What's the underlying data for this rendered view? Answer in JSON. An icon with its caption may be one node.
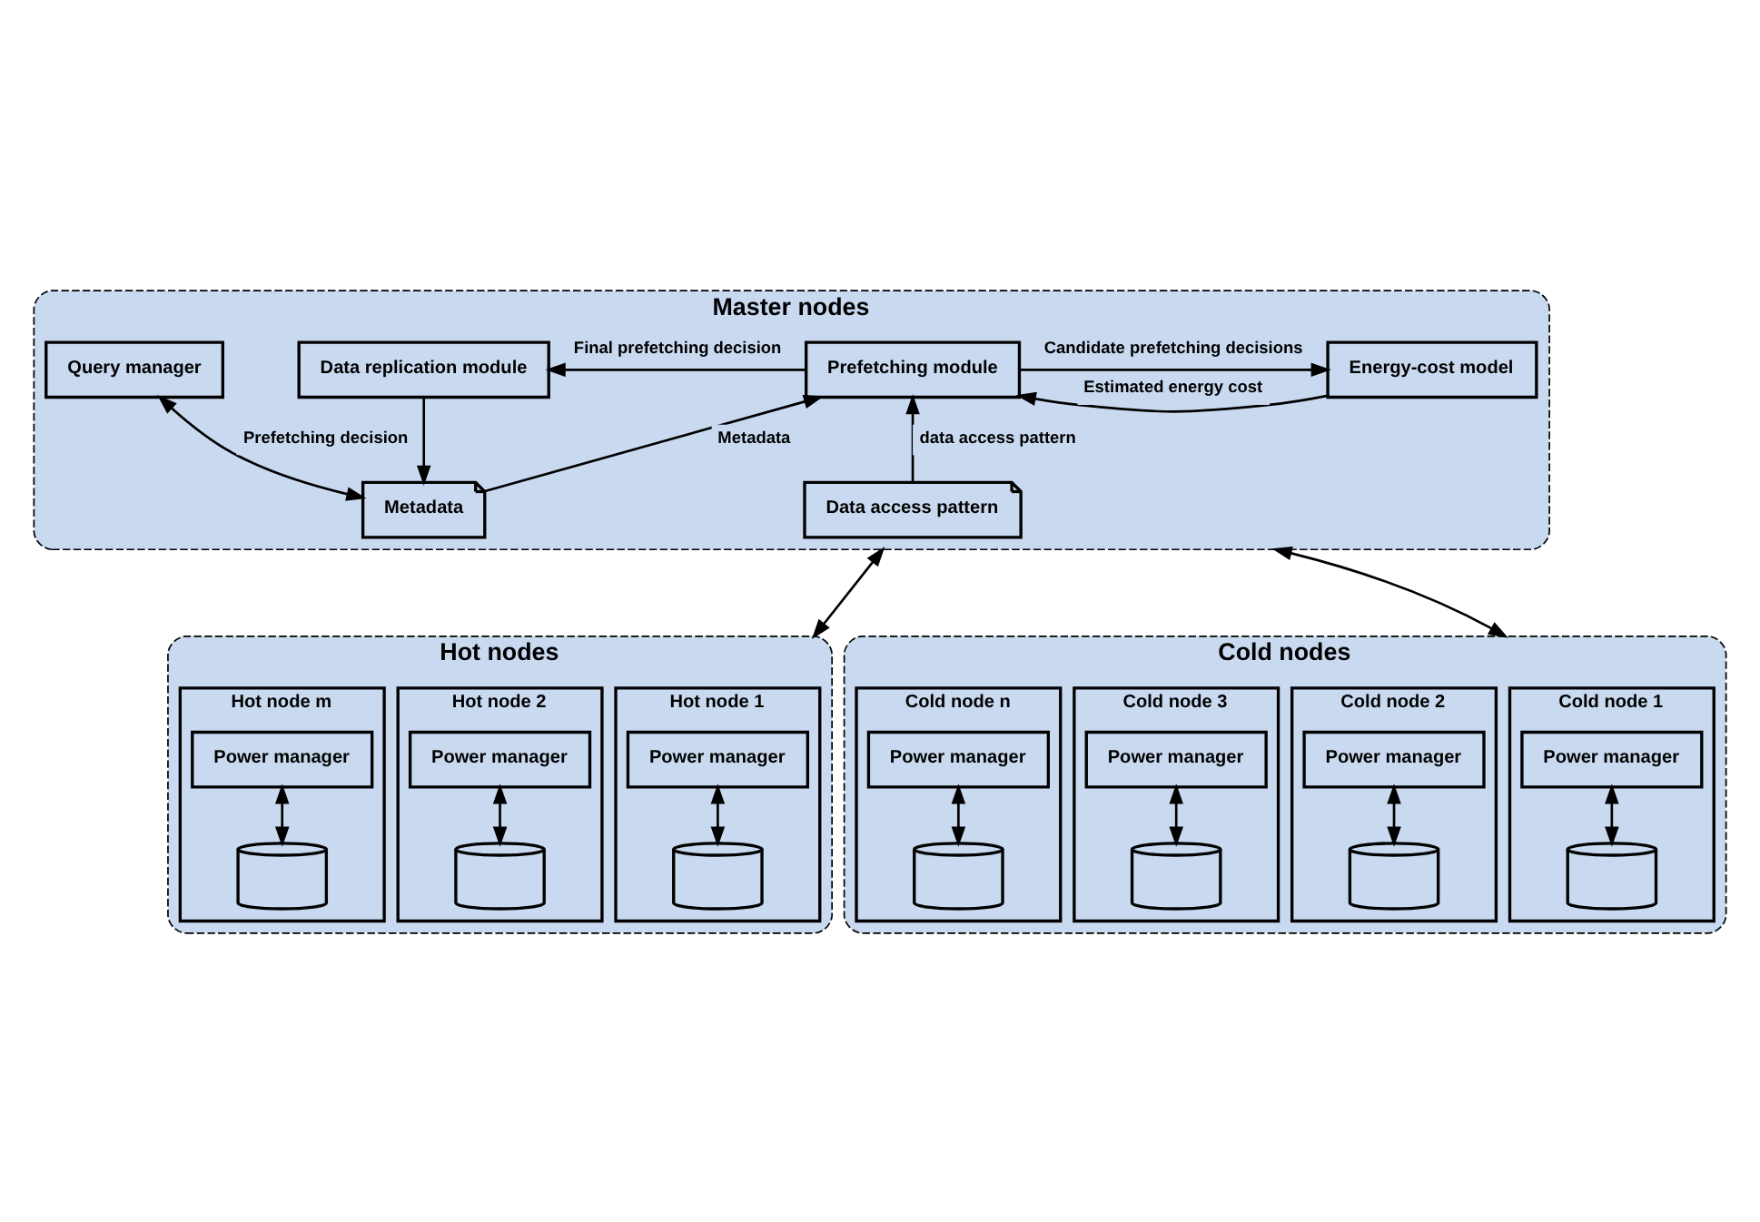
{
  "diagram": {
    "nodes": [
      {
        "text": [
          "Master nodes"
        ]
      },
      {
        "text": [
          "Query manager"
        ],
        "in": 0
      },
      {
        "text": [
          "Data replication module"
        ],
        "in": 0
      },
      {
        "text": [
          "Prefetching module"
        ],
        "in": 0
      },
      {
        "text": [
          "Energy-cost model"
        ],
        "in": 0
      },
      {
        "text": [
          "Metadata"
        ],
        "in": 0
      },
      {
        "text": [
          "Data access pattern"
        ],
        "in": 0
      },
      {
        "text": [
          "Hot nodes"
        ]
      },
      {
        "text": [
          "Hot node 1"
        ],
        "in": 7
      },
      {
        "text": [
          "Power manager"
        ],
        "in": 8
      },
      {
        "text": [],
        "shape": "cylinder",
        "in": 8
      },
      {
        "text": [
          "Hot node 2"
        ],
        "in": 7
      },
      {
        "text": [
          "Power manager"
        ],
        "in": 11
      },
      {
        "text": [],
        "shape": "cylinder",
        "in": 11
      },
      {
        "text": [
          "Hot node m"
        ],
        "in": 7
      },
      {
        "text": [
          "Power manager"
        ],
        "in": 14
      },
      {
        "text": [],
        "shape": "cylinder",
        "in": 14
      },
      {
        "text": [
          "Cold nodes"
        ]
      },
      {
        "text": [
          "Cold node 1"
        ],
        "in": 17
      },
      {
        "text": [
          "Power manager"
        ],
        "in": 18
      },
      {
        "text": [],
        "shape": "cylinder",
        "in": 18
      },
      {
        "text": [
          "Cold node 2"
        ],
        "in": 17
      },
      {
        "text": [
          "Power manager"
        ],
        "in": 21
      },
      {
        "text": [],
        "shape": "cylinder",
        "in": 21
      },
      {
        "text": [
          "Cold node 3"
        ],
        "in": 17
      },
      {
        "text": [
          "Power manager"
        ],
        "in": 24
      },
      {
        "text": [],
        "shape": "cylinder",
        "in": 24
      },
      {
        "text": [
          "Cold node n"
        ],
        "in": 17
      },
      {
        "text": [
          "Power manager"
        ],
        "in": 27
      },
      {
        "text": [],
        "shape": "cylinder",
        "in": 27
      }
    ],
    "edges": [
      {
        "from": 3,
        "to": 2,
        "arrow": "to",
        "label": "Final prefetching decision"
      },
      {
        "from": 3,
        "to": 4,
        "arrow": "to",
        "label": "Candidate prefetching decisions"
      },
      {
        "from": 4,
        "to": 3,
        "arrow": "to",
        "label": "Estimated energy cost"
      },
      {
        "from": 1,
        "to": 5,
        "arrow": "both",
        "label": "Prefetching decision"
      },
      {
        "from": 2,
        "to": 5,
        "arrow": "to"
      },
      {
        "from": 5,
        "to": 3,
        "arrow": "to",
        "label": "Metadata"
      },
      {
        "from": 6,
        "to": 3,
        "arrow": "to",
        "label": "data access pattern"
      },
      {
        "from": 0,
        "to": 7,
        "arrow": "both"
      },
      {
        "from": 0,
        "to": 17,
        "arrow": "both"
      },
      {
        "from": 9,
        "to": 10,
        "arrow": "both"
      },
      {
        "from": 12,
        "to": 13,
        "arrow": "both"
      },
      {
        "from": 15,
        "to": 16,
        "arrow": "both"
      },
      {
        "from": 19,
        "to": 20,
        "arrow": "both"
      },
      {
        "from": 22,
        "to": 23,
        "arrow": "both"
      },
      {
        "from": 25,
        "to": 26,
        "arrow": "both"
      },
      {
        "from": 28,
        "to": 29,
        "arrow": "both"
      }
    ]
  }
}
